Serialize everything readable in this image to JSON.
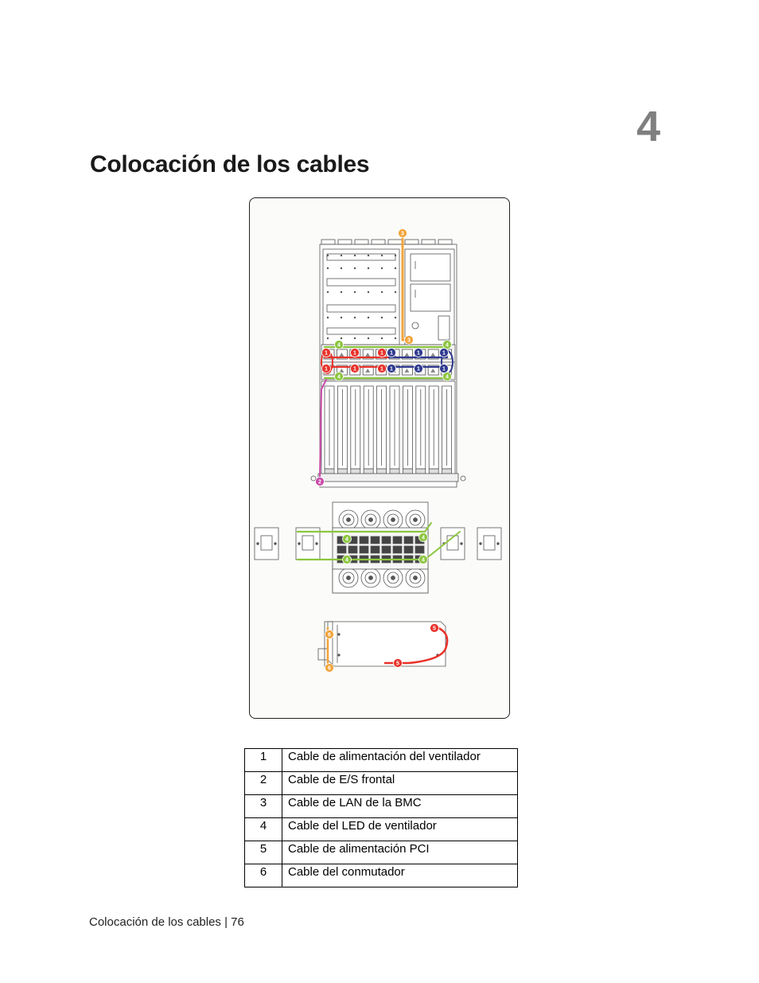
{
  "chapter": {
    "number": "4"
  },
  "page": {
    "title": "Colocación de los cables"
  },
  "figure": {
    "callouts": {
      "fan_power": "1",
      "front_io": "2",
      "bmc_lan": "3",
      "fan_led": "4",
      "pci_power": "5",
      "switch": "6"
    },
    "colors": {
      "fan_power_red": "#e8322a",
      "fan_power_blue": "#2f3a8f",
      "front_io": "#c84aa8",
      "bmc_lan": "#f2a33a",
      "fan_led": "#8cc63f",
      "pci_power": "#e8322a",
      "switch": "#f2a33a"
    }
  },
  "legend": [
    {
      "num": "1",
      "label": "Cable de alimentación del ventilador"
    },
    {
      "num": "2",
      "label": "Cable de E/S frontal"
    },
    {
      "num": "3",
      "label": "Cable de LAN de la BMC"
    },
    {
      "num": "4",
      "label": "Cable del LED de ventilador"
    },
    {
      "num": "5",
      "label": "Cable de alimentación PCI"
    },
    {
      "num": "6",
      "label": "Cable del conmutador"
    }
  ],
  "footer": {
    "text": "Colocación de los cables | 76"
  }
}
